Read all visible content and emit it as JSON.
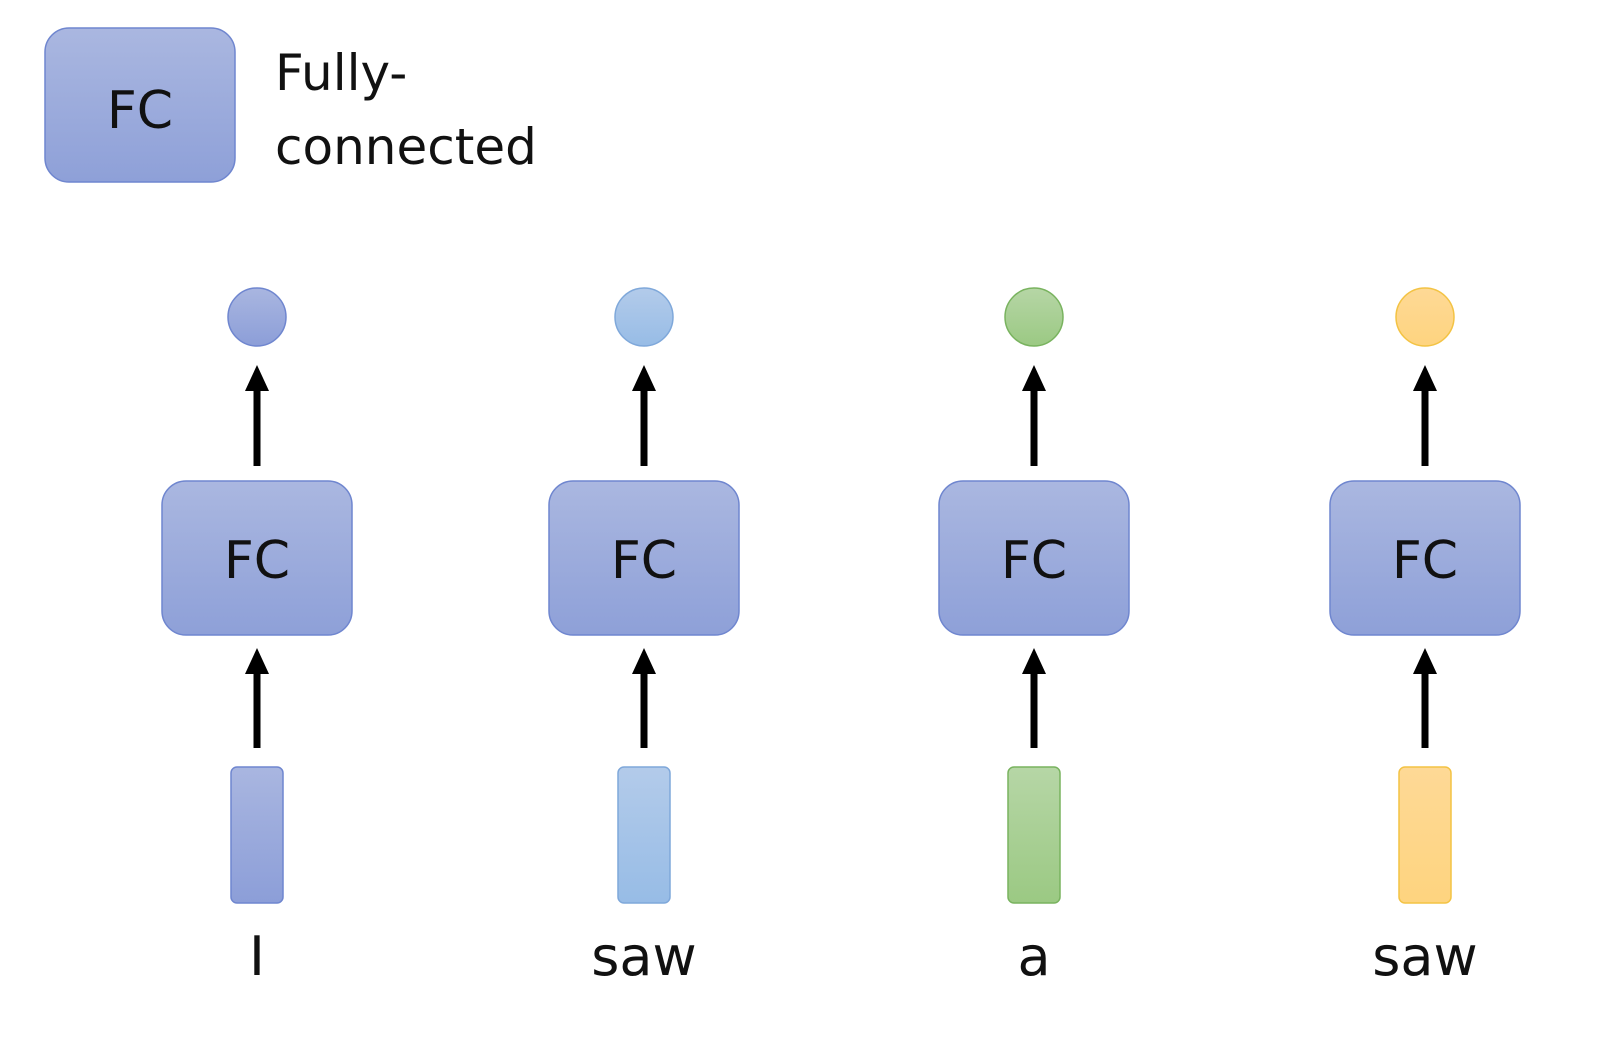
{
  "legend": {
    "box_label": "FC",
    "description_line1": "Fully-",
    "description_line2": "connected"
  },
  "columns": [
    {
      "word": "I",
      "fc_label": "FC",
      "color_top": "#a9b6e0",
      "color_bottom": "#8c9ed8",
      "stroke": "#6f86cf"
    },
    {
      "word": "saw",
      "fc_label": "FC",
      "color_top": "#b3cbea",
      "color_bottom": "#97bce6",
      "stroke": "#7fa8da"
    },
    {
      "word": "a",
      "fc_label": "FC",
      "color_top": "#b6d6a6",
      "color_bottom": "#9bc983",
      "stroke": "#79b35f"
    },
    {
      "word": "saw",
      "fc_label": "FC",
      "color_top": "#fed996",
      "color_bottom": "#fed47f",
      "stroke": "#f3c344"
    }
  ],
  "colors": {
    "fc_top": "#aab7e0",
    "fc_bottom": "#8ea0d8",
    "fc_stroke": "#6f86cf",
    "arrow": "#000000"
  }
}
